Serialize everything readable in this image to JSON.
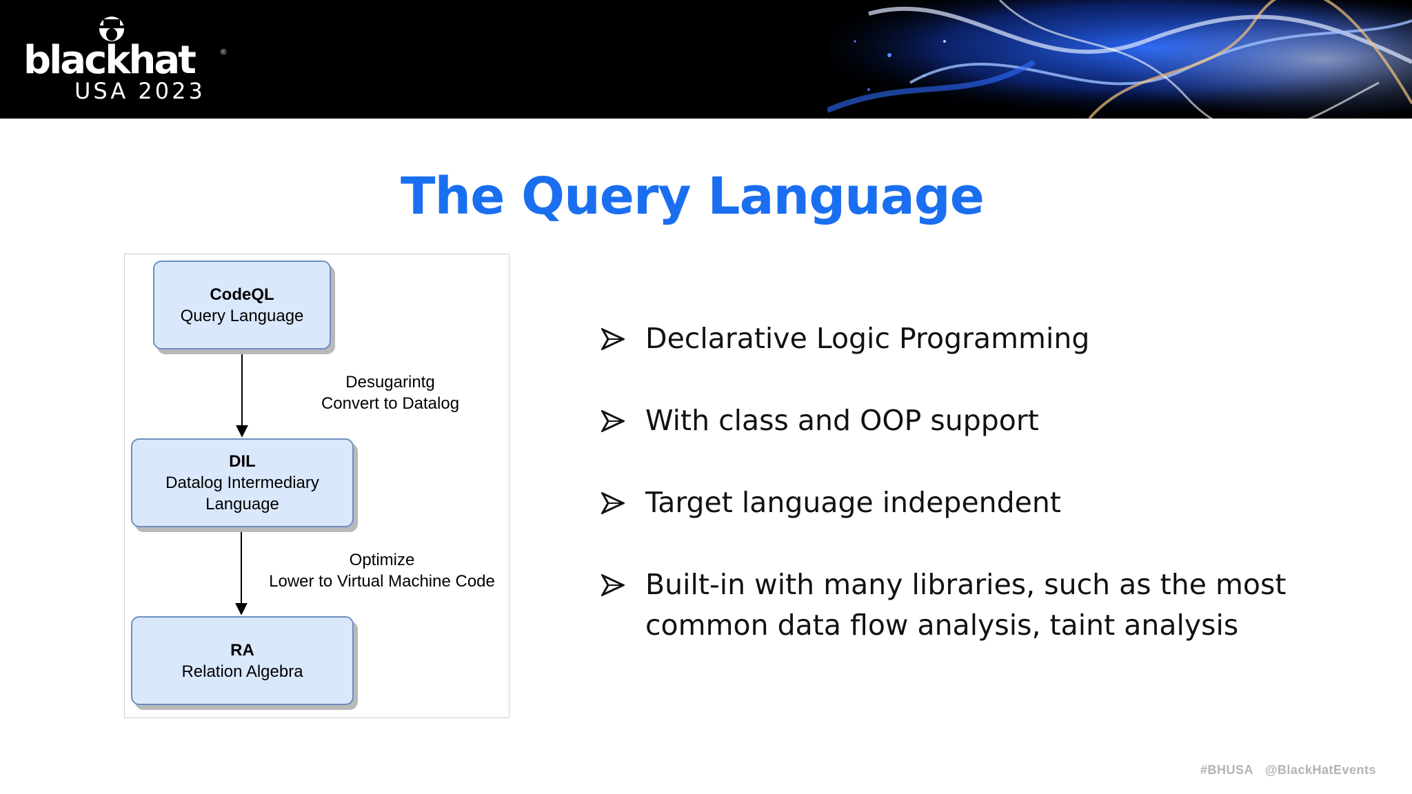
{
  "header": {
    "logo_word": "blackhat",
    "logo_sub": "USA 2023",
    "logo_reg": "®"
  },
  "slide": {
    "title": "The Query Language"
  },
  "diagram": {
    "nodes": [
      {
        "bold": "CodeQL",
        "lines": [
          "Query Language"
        ]
      },
      {
        "bold": "DIL",
        "lines": [
          "Datalog Intermediary",
          "Language"
        ]
      },
      {
        "bold": "RA",
        "lines": [
          "Relation Algebra"
        ]
      }
    ],
    "edges": [
      {
        "lines": [
          "Desugarintg",
          "Convert to Datalog"
        ]
      },
      {
        "lines": [
          "Optimize",
          "Lower to Virtual Machine Code"
        ]
      }
    ]
  },
  "bullets": [
    "Declarative Logic Programming",
    "With class and OOP support",
    "Target language independent",
    "Built-in with many libraries, such as the most common data flow analysis, taint analysis"
  ],
  "footer": {
    "hashtag": "#BHUSA",
    "handle": "@BlackHatEvents"
  },
  "colors": {
    "title": "#1a6ff0",
    "node_fill": "#dae8fc",
    "node_border": "#6c8ebf"
  }
}
